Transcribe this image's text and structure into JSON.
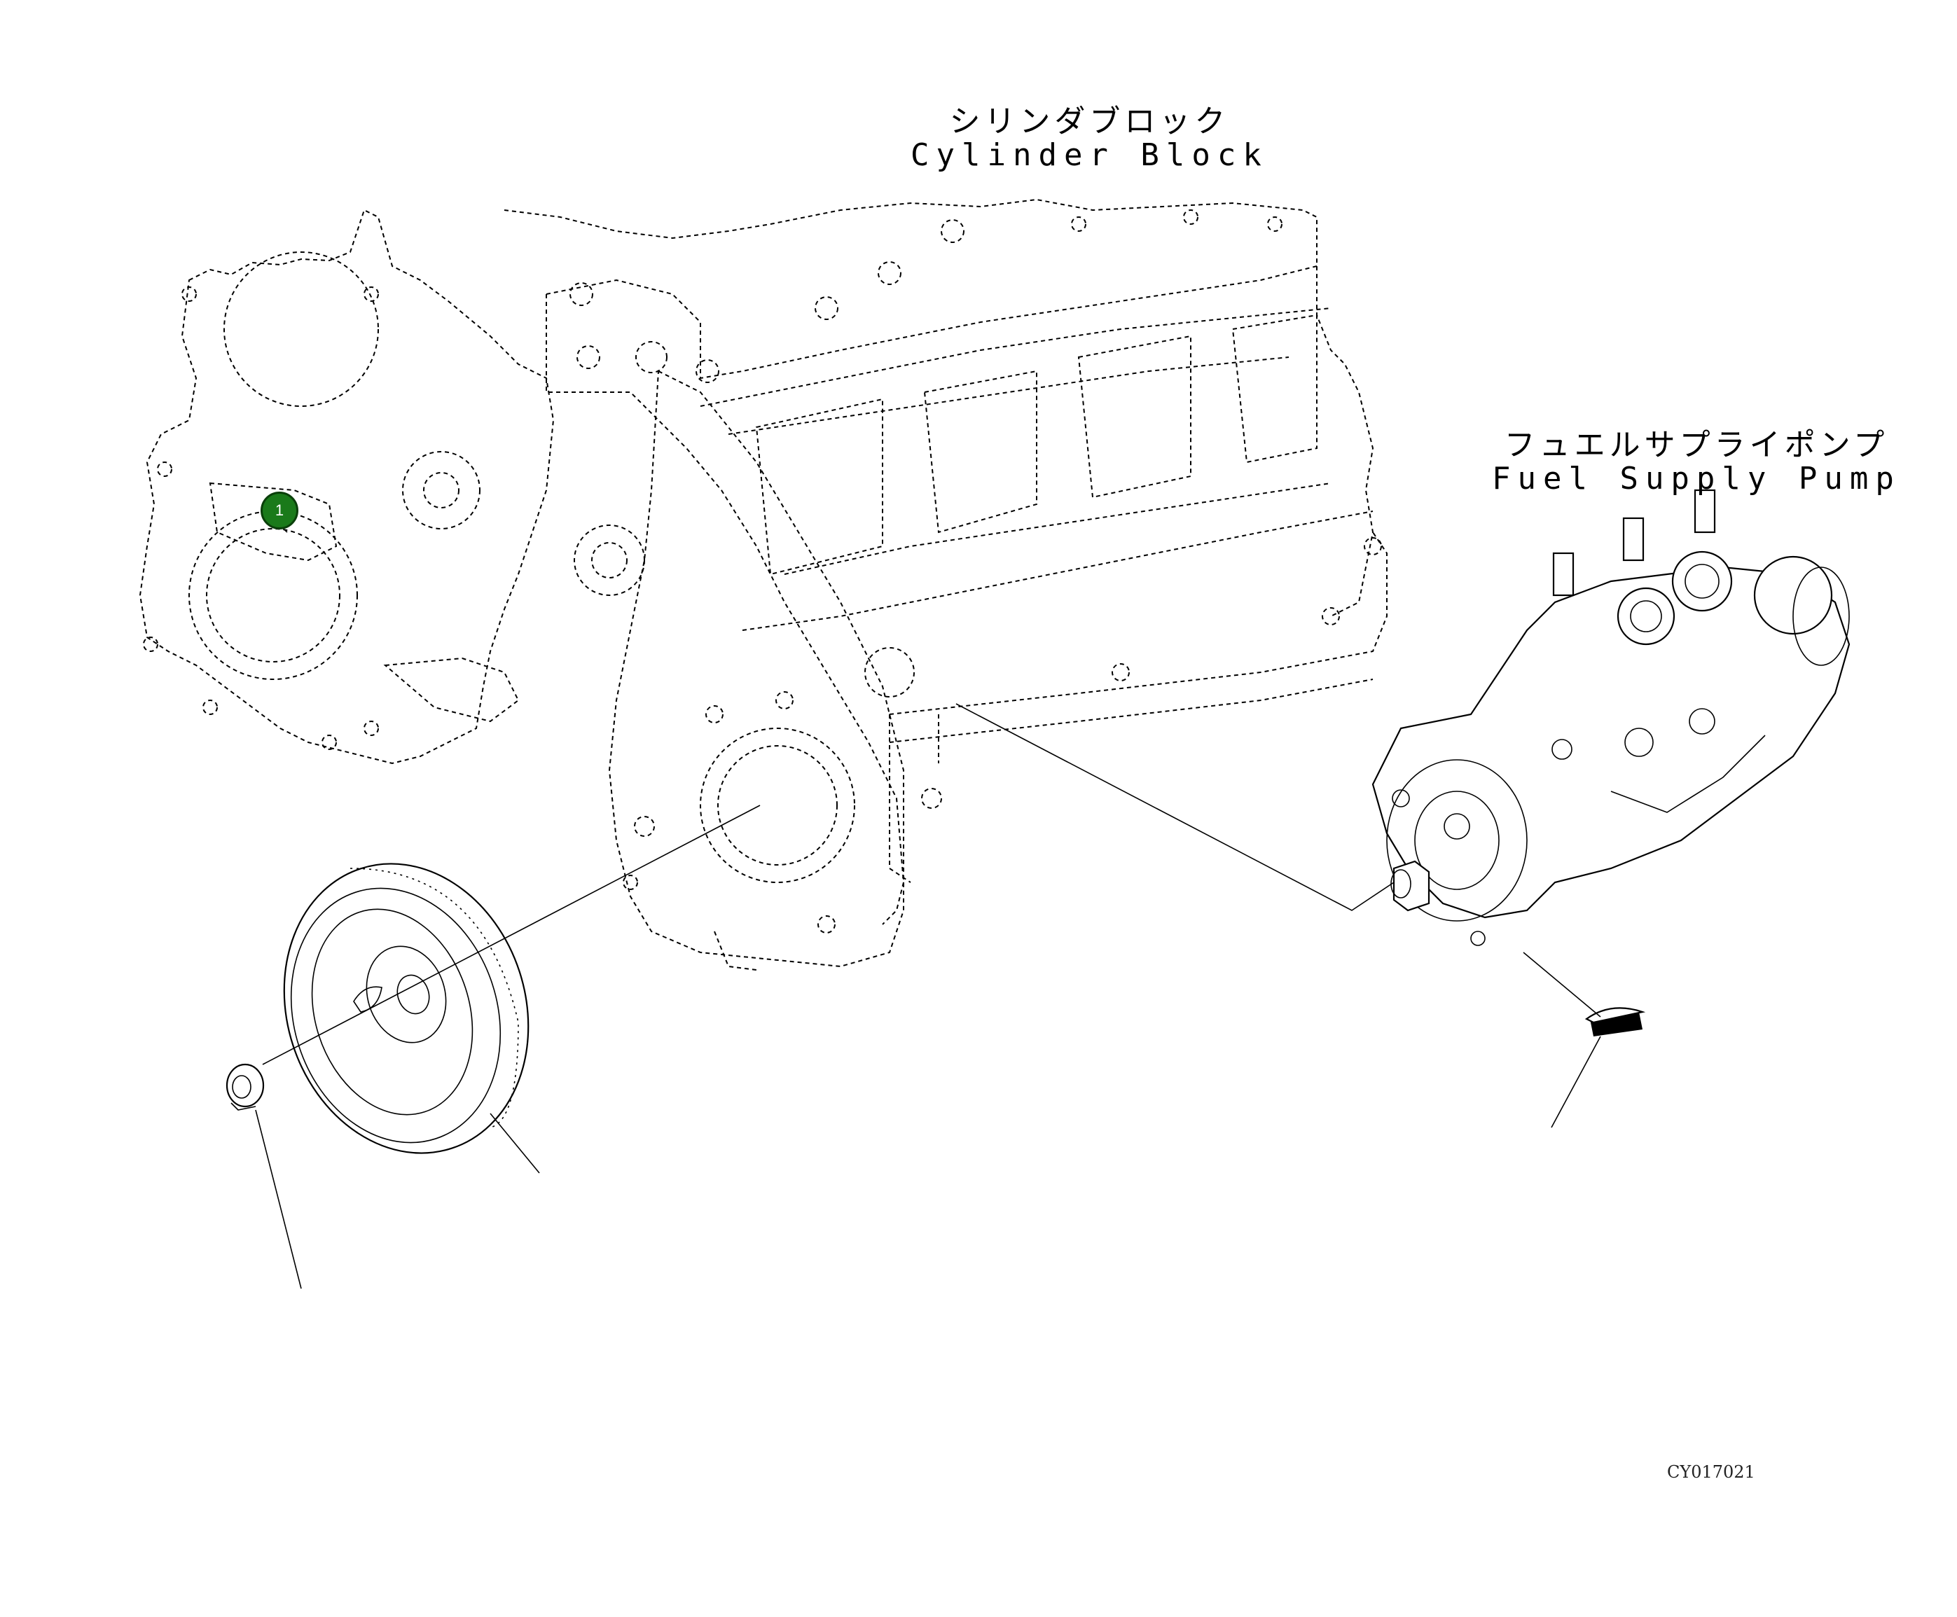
{
  "labels": {
    "cylinder_block_jp": "シリンダブロック",
    "cylinder_block_en": "Cylinder Block",
    "fuel_pump_jp": "フュエルサプライポンプ",
    "fuel_pump_en": "Fuel Supply Pump"
  },
  "drawing_code": "CY017021",
  "callouts": [
    {
      "label": "1"
    }
  ],
  "colors": {
    "line": "#000000",
    "marker_fill": "#1a7a1a",
    "marker_border": "#0a3f0a",
    "background": "#ffffff"
  }
}
